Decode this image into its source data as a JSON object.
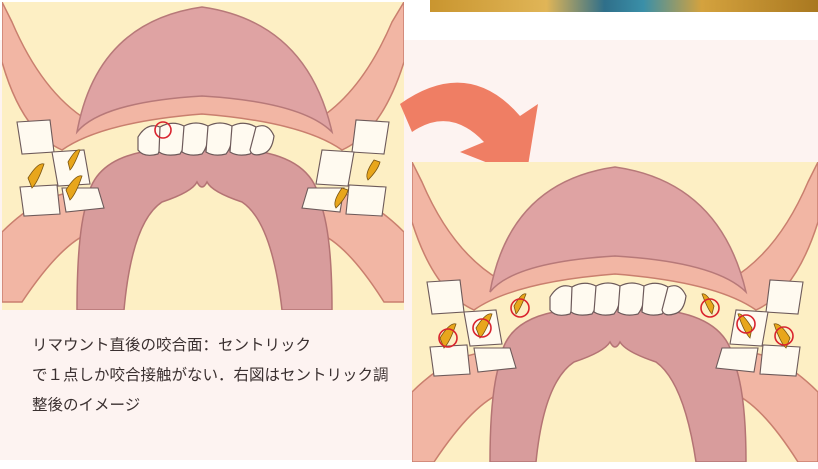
{
  "caption": "リマウント直後の咬合面：セントリック\nで１点しか咬合接触がない．右図はセントリック調整後のイメージ",
  "colors": {
    "background_panel": "#fdf3f1",
    "gum": "#f2b6a4",
    "palate": "#d9a0a0",
    "teeth": "#fffaf0",
    "bite_marks": "#e8a61c",
    "contact_circle": "#d9232e",
    "arrow": "#ef7e64",
    "base": "#fdefc4"
  },
  "left_diagram": {
    "contact_points": 1
  },
  "right_diagram": {
    "contact_points": 6
  }
}
